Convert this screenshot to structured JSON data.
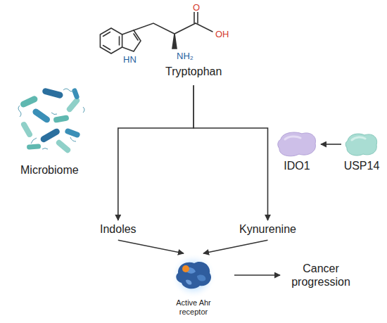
{
  "diagram": {
    "nodes": [
      {
        "text": [
          "Tryptophan"
        ]
      },
      {
        "text": [
          "Microbiome"
        ]
      },
      {
        "text": [
          "IDO1"
        ]
      },
      {
        "text": [
          "USP14"
        ]
      },
      {
        "text": [
          "Indoles"
        ]
      },
      {
        "text": [
          "Kynurenine"
        ]
      },
      {
        "text": [
          "Active Ahr receptor"
        ]
      },
      {
        "text": [
          "Cancer progression"
        ]
      }
    ],
    "edges": [
      {
        "from": 0,
        "to": 4,
        "arrow": "to"
      },
      {
        "from": 0,
        "to": 5,
        "arrow": "to"
      },
      {
        "from": 3,
        "to": 2,
        "arrow": "to"
      },
      {
        "from": 4,
        "to": 6,
        "arrow": "to"
      },
      {
        "from": 5,
        "to": 6,
        "arrow": "to"
      },
      {
        "from": 6,
        "to": 7,
        "arrow": "to"
      }
    ],
    "labels": [
      "O",
      "OH",
      "HN",
      "NH₂"
    ]
  }
}
